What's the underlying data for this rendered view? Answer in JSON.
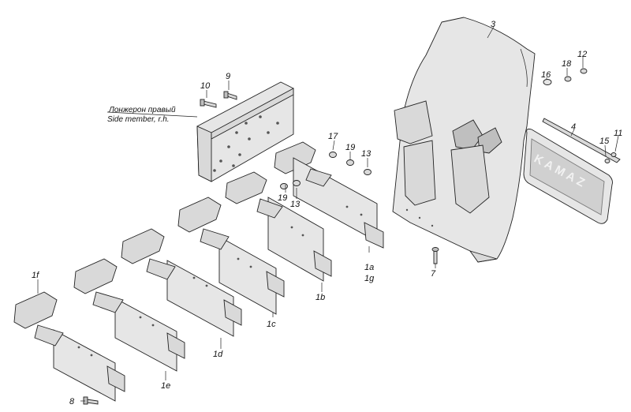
{
  "side_member": {
    "caption_ru": "Лонжерон правый",
    "caption_en": "Side member, r.h."
  },
  "mudflap": {
    "brand": "KAMAZ"
  },
  "callouts": {
    "c3": "3",
    "c12": "12",
    "c18": "18",
    "c16": "16",
    "c4": "4",
    "c11": "11",
    "c15": "15",
    "c10": "10",
    "c9": "9",
    "c17": "17",
    "c19a": "19",
    "c13a": "13",
    "c19b": "19",
    "c13b": "13",
    "c7": "7",
    "c1a": "1a",
    "c1g": "1g",
    "c1b": "1b",
    "c1c": "1c",
    "c1d": "1d",
    "c1e": "1e",
    "c1f": "1f",
    "c8": "8"
  }
}
